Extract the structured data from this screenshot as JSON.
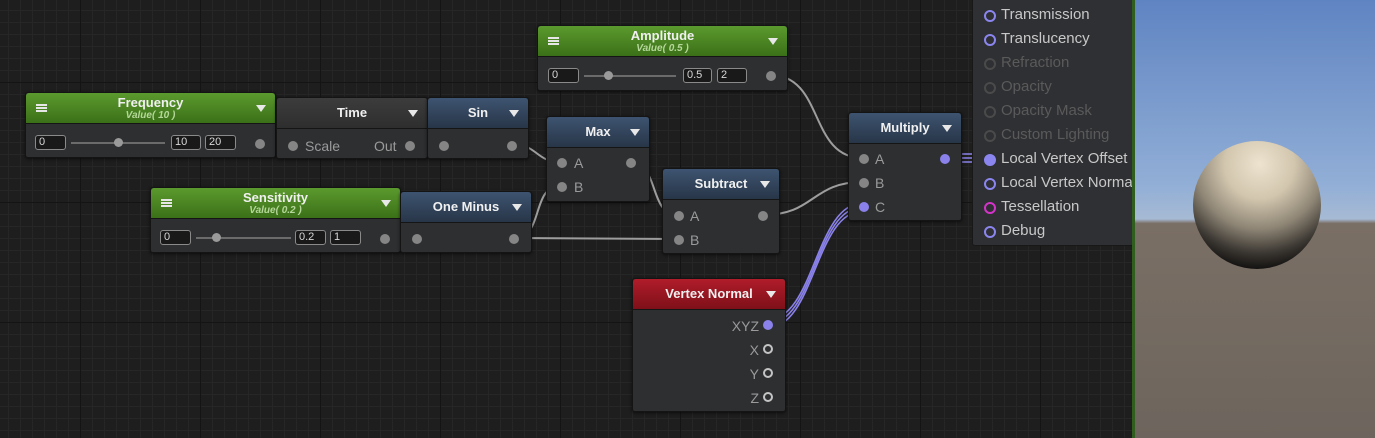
{
  "nodes": {
    "amplitude": {
      "title": "Amplitude",
      "subtitle": "Value( 0.5 )",
      "min": "0",
      "value": "0.5",
      "max": "2"
    },
    "frequency": {
      "title": "Frequency",
      "subtitle": "Value( 10 )",
      "min": "0",
      "value": "10",
      "max": "20"
    },
    "time": {
      "title": "Time",
      "in_label": "Scale",
      "out_label": "Out"
    },
    "sin": {
      "title": "Sin"
    },
    "max": {
      "title": "Max",
      "in_a": "A",
      "in_b": "B"
    },
    "sensitivity": {
      "title": "Sensitivity",
      "subtitle": "Value( 0.2 )",
      "min": "0",
      "value": "0.2",
      "max": "1"
    },
    "one_minus": {
      "title": "One Minus"
    },
    "subtract": {
      "title": "Subtract",
      "in_a": "A",
      "in_b": "B"
    },
    "multiply": {
      "title": "Multiply",
      "in_a": "A",
      "in_b": "B",
      "in_c": "C"
    },
    "vertex_normal": {
      "title": "Vertex Normal",
      "outputs": [
        "XYZ",
        "X",
        "Y",
        "Z"
      ]
    }
  },
  "output_panel": {
    "items": [
      {
        "label": "Transmission",
        "state": "active"
      },
      {
        "label": "Translucency",
        "state": "active"
      },
      {
        "label": "Refraction",
        "state": "disabled"
      },
      {
        "label": "Opacity",
        "state": "disabled"
      },
      {
        "label": "Opacity Mask",
        "state": "disabled"
      },
      {
        "label": "Custom Lighting",
        "state": "disabled"
      },
      {
        "label": "Local Vertex Offset",
        "state": "connected"
      },
      {
        "label": "Local Vertex Normal",
        "state": "active"
      },
      {
        "label": "Tessellation",
        "state": "tessellation"
      },
      {
        "label": "Debug",
        "state": "active"
      }
    ]
  },
  "colors": {
    "property_header": "#4a8a24",
    "function_header": "#333333",
    "math_header": "#34475e",
    "vertex_header": "#a01824",
    "connected_port": "#8a82ea",
    "tessellation_port": "#d433c9"
  }
}
